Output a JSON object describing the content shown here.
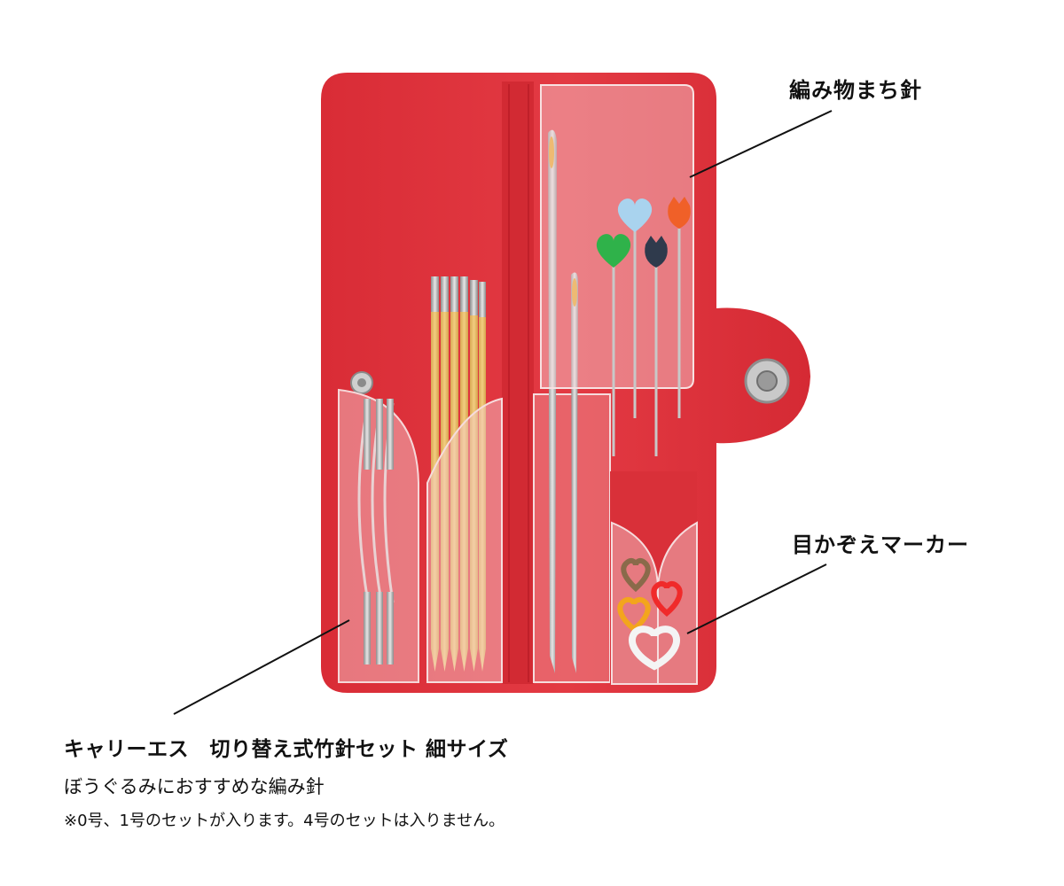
{
  "callouts": {
    "pins": "編み物まち針",
    "markers": "目かぞえマーカー"
  },
  "caption": {
    "title": "キャリーエス　切り替え式竹針セット 細サイズ",
    "subtitle": "ぼうぐるみにおすすめな編み針",
    "note": "※0号、1号のセットが入ります。4号のセットは入りません。"
  },
  "colors": {
    "case_red": "#e0323c",
    "case_red_dark": "#c2242d",
    "bamboo": "#e8bf6e",
    "heart_blue": "#a9d3ee",
    "heart_orange": "#f06028",
    "heart_green": "#2fb24a",
    "heart_navy": "#2f3a4c"
  }
}
